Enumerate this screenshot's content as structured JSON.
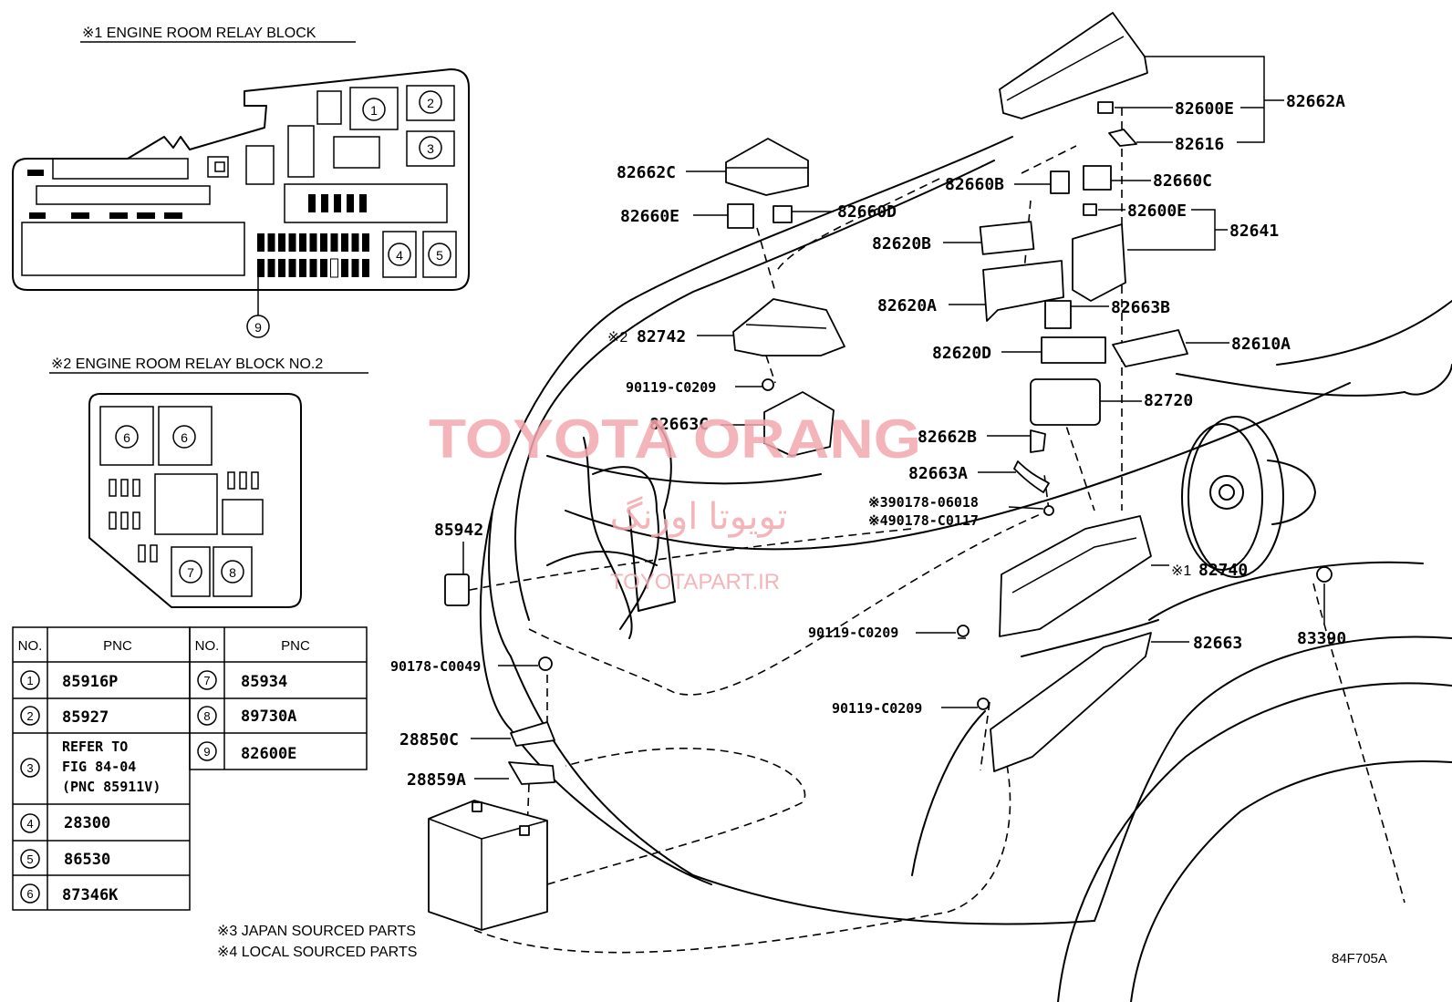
{
  "sections": {
    "relay_block_1": "※1 ENGINE ROOM RELAY BLOCK",
    "relay_block_2": "※2 ENGINE ROOM RELAY BLOCK NO.2"
  },
  "pnc_table": {
    "headers": [
      "NO.",
      "PNC",
      "NO.",
      "PNC"
    ],
    "left_rows": [
      {
        "no": "1",
        "pnc": "85916P"
      },
      {
        "no": "2",
        "pnc": "85927"
      },
      {
        "no": "3",
        "pnc_lines": [
          "REFER TO",
          "FIG 84-04",
          "(PNC 85911V)"
        ]
      },
      {
        "no": "4",
        "pnc": "28300"
      },
      {
        "no": "5",
        "pnc": "86530"
      },
      {
        "no": "6",
        "pnc": "87346K"
      }
    ],
    "right_rows": [
      {
        "no": "7",
        "pnc": "85934"
      },
      {
        "no": "8",
        "pnc": "89730A"
      },
      {
        "no": "9",
        "pnc": "82600E"
      }
    ]
  },
  "block1_numbers": [
    "1",
    "2",
    "3",
    "4",
    "5",
    "9"
  ],
  "block2_numbers": [
    "6",
    "6",
    "7",
    "8"
  ],
  "part_labels": {
    "p82662A": "82662A",
    "p82600E_top": "82600E",
    "p82616": "82616",
    "p82662C": "82662C",
    "p82660B": "82660B",
    "p82660C": "82660C",
    "p82660E": "82660E",
    "p82660D": "82660D",
    "p82600E_mid": "82600E",
    "p82641": "82641",
    "p82620B": "82620B",
    "p82620A": "82620A",
    "p82663B": "82663B",
    "p82742": "82742",
    "p82742_mark": "※2",
    "p82620D": "82620D",
    "p82610A": "82610A",
    "p90119_a": "90119-C0209",
    "p82720": "82720",
    "p82663C": "82663C",
    "p82662B": "82662B",
    "p82663A": "82663A",
    "p90178_06018": "※390178-06018",
    "p90178_C0117": "※490178-C0117",
    "p85942": "85942",
    "p82740": "82740",
    "p82740_mark": "※1",
    "p90119_b": "90119-C0209",
    "p82663": "82663",
    "p83390": "83390",
    "p90178_C0049": "90178-C0049",
    "p90119_c": "90119-C0209",
    "p28850C": "28850C",
    "p28859A": "28859A"
  },
  "notes": {
    "japan": "※3 JAPAN SOURCED PARTS",
    "local": "※4 LOCAL SOURCED PARTS"
  },
  "figure_id": "84F705A",
  "watermark": {
    "brand": "TOYOTA ORANG",
    "persian": "تویوتا اورنگ",
    "site": "TOYOTAPART.IR",
    "color": "#f2a9ae"
  }
}
